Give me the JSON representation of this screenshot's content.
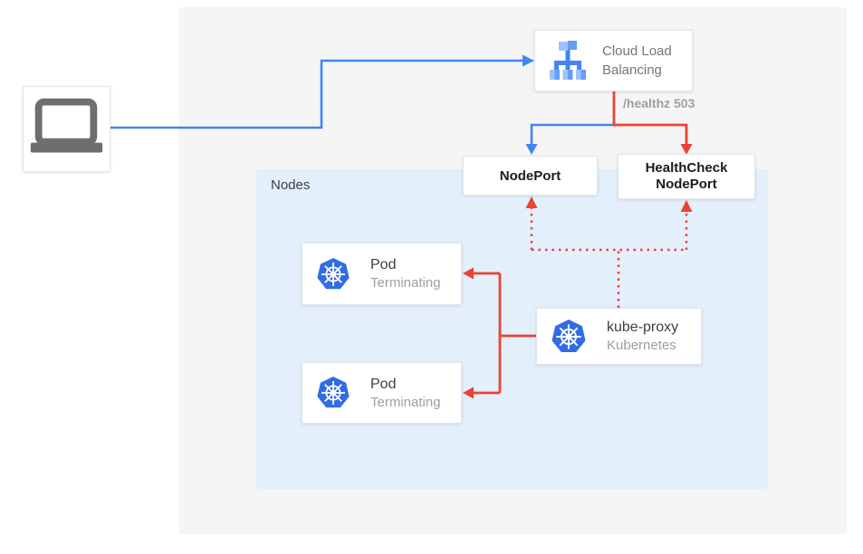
{
  "colors": {
    "outer_panel_bg": "#f5f5f6",
    "nodes_panel_bg": "#e3effb",
    "arrow_blue": "#4285f4",
    "arrow_red": "#ea4335",
    "kubernetes_blue": "#326ce5",
    "clb_icon_blue": "#4285f4",
    "clb_icon_light_blue": "#9fc0fa",
    "laptop_gray": "#6e6e6e",
    "title_text": "#3c4043",
    "subtitle_text": "#9aa0a6",
    "port_text": "#1b1b1b"
  },
  "nodes_panel": {
    "label": "Nodes"
  },
  "boxes": {
    "cloud_load_balancing": {
      "line1": "Cloud Load",
      "line2": "Balancing"
    },
    "nodeport": {
      "label": "NodePort"
    },
    "healthcheck_nodeport": {
      "line1": "HealthCheck",
      "line2": "NodePort"
    },
    "pod1": {
      "title": "Pod",
      "subtitle": "Terminating"
    },
    "pod2": {
      "title": "Pod",
      "subtitle": "Terminating"
    },
    "kube_proxy": {
      "title": "kube-proxy",
      "subtitle": "Kubernetes"
    }
  },
  "annotations": {
    "healthz_status": "/healthz 503"
  }
}
